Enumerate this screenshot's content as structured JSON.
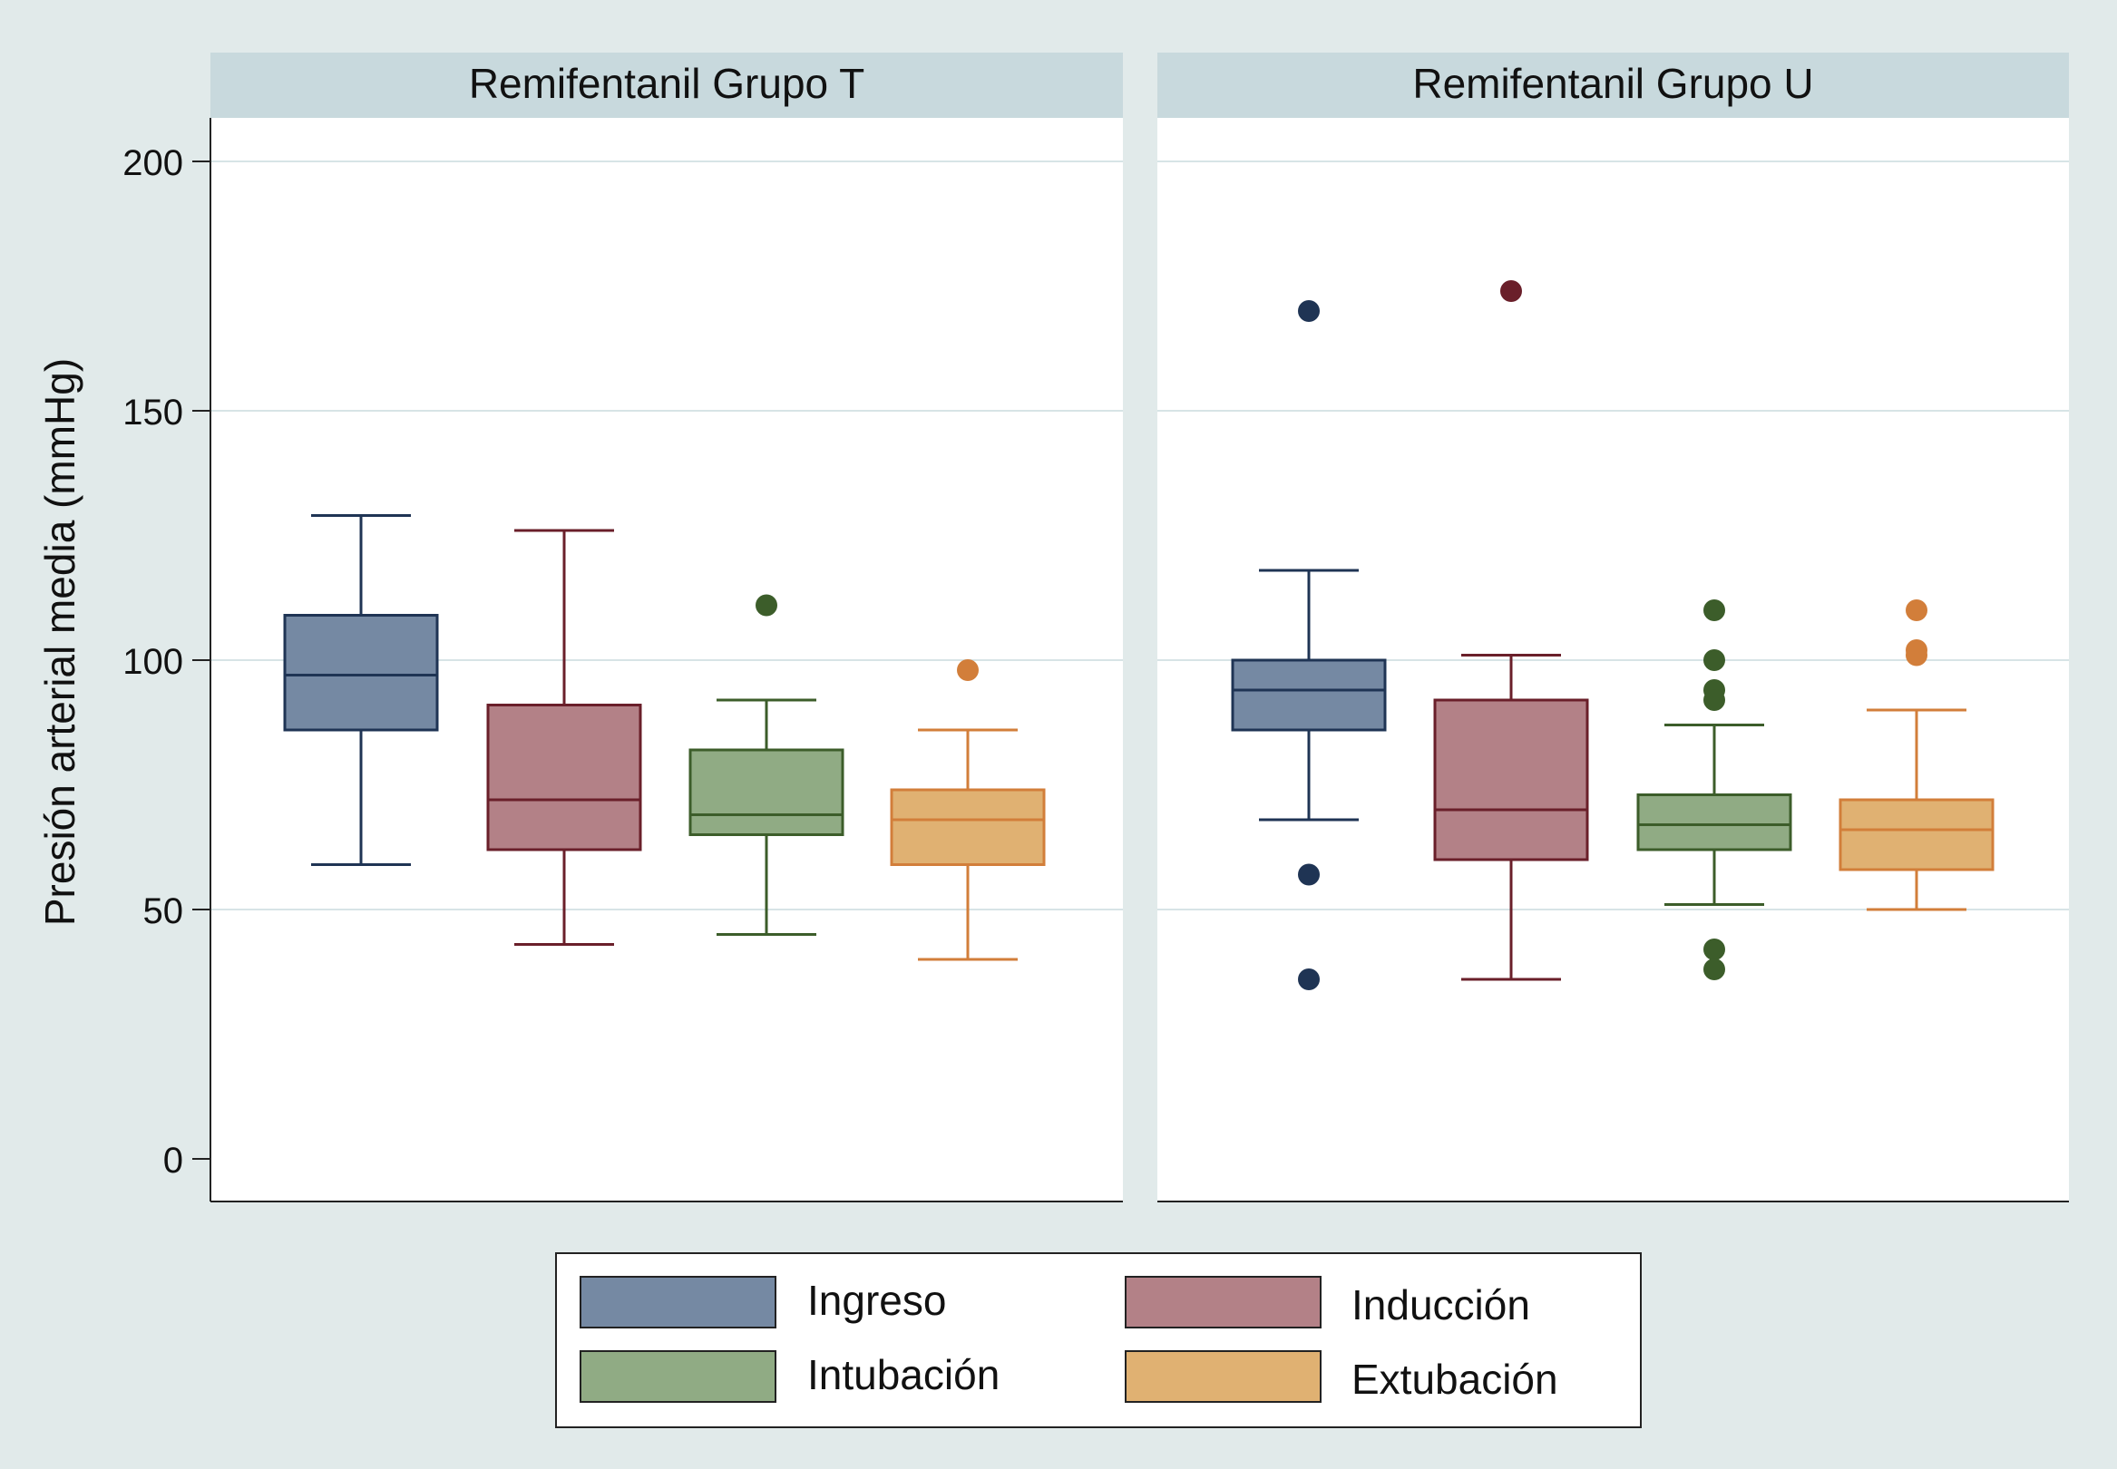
{
  "chart_data": {
    "type": "boxplot",
    "ylabel": "Presión arterial media (mmHg)",
    "ylim": [
      0,
      200
    ],
    "yticks": [
      0,
      50,
      100,
      150,
      200
    ],
    "grid": true,
    "legend_placement": "bottom",
    "series": [
      {
        "name": "Ingreso",
        "color": "#7589a3",
        "edge": "#1f3454"
      },
      {
        "name": "Inducción",
        "color": "#b38187",
        "edge": "#6a1f2a"
      },
      {
        "name": "Intubación",
        "color": "#90ab84",
        "edge": "#3c5d2a"
      },
      {
        "name": "Extubación",
        "color": "#e0b172",
        "edge": "#d27e3a"
      }
    ],
    "panels": [
      {
        "title": "Remifentanil Grupo T",
        "boxes": [
          {
            "series": "Ingreso",
            "whisker_low": 59,
            "q1": 86,
            "median": 97,
            "q3": 109,
            "whisker_high": 129,
            "outliers": []
          },
          {
            "series": "Inducción",
            "whisker_low": 43,
            "q1": 62,
            "median": 72,
            "q3": 91,
            "whisker_high": 126,
            "outliers": []
          },
          {
            "series": "Intubación",
            "whisker_low": 45,
            "q1": 65,
            "median": 69,
            "q3": 82,
            "whisker_high": 92,
            "outliers": [
              111
            ]
          },
          {
            "series": "Extubación",
            "whisker_low": 40,
            "q1": 59,
            "median": 68,
            "q3": 74,
            "whisker_high": 86,
            "outliers": [
              98
            ]
          }
        ]
      },
      {
        "title": "Remifentanil Grupo U",
        "boxes": [
          {
            "series": "Ingreso",
            "whisker_low": 68,
            "q1": 86,
            "median": 94,
            "q3": 100,
            "whisker_high": 118,
            "outliers": [
              170,
              57,
              36
            ]
          },
          {
            "series": "Inducción",
            "whisker_low": 36,
            "q1": 60,
            "median": 70,
            "q3": 92,
            "whisker_high": 101,
            "outliers": [
              174
            ]
          },
          {
            "series": "Intubación",
            "whisker_low": 51,
            "q1": 62,
            "median": 67,
            "q3": 73,
            "whisker_high": 87,
            "outliers": [
              110,
              100,
              94,
              92,
              42,
              38
            ]
          },
          {
            "series": "Extubación",
            "whisker_low": 50,
            "q1": 58,
            "median": 66,
            "q3": 72,
            "whisker_high": 90,
            "outliers": [
              110,
              102,
              101
            ]
          }
        ]
      }
    ]
  }
}
